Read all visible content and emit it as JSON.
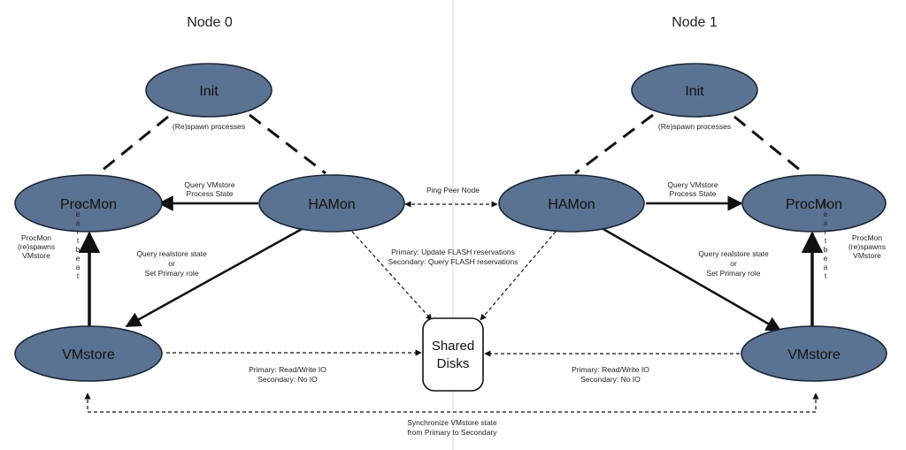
{
  "nodes": {
    "node0_title": "Node 0",
    "node1_title": "Node 1"
  },
  "processes": {
    "init": "Init",
    "procmon": "ProcMon",
    "hamon": "HAMon",
    "vmstore": "VMstore"
  },
  "shared_disks": {
    "line1": "Shared",
    "line2": "Disks"
  },
  "labels": {
    "respawn": "(Re)spawn processes",
    "query_vmstore_1": "Query VMstore",
    "query_vmstore_2": "Process State",
    "query_realstore_1": "Query realstore state",
    "query_realstore_2": "or",
    "query_realstore_3": "Set Primary role",
    "procmon_respawns_1": "ProcMon",
    "procmon_respawns_2": "(re)spawns",
    "procmon_respawns_3": "VMstore",
    "heartbeat": "Heartbeat",
    "ping_peer": "Ping Peer Node",
    "flash_primary": "Primary:  Update FLASH reservations",
    "flash_secondary": "Secondary: Query FLASH reservations",
    "io_primary": "Primary: Read/Write IO",
    "io_secondary": "Secondary: No IO",
    "sync_1": "Synchronize VMstore state",
    "sync_2": "from Primary to Secondary"
  },
  "colors": {
    "ellipse_fill": "#5b7392",
    "ellipse_stroke": "#1b2535",
    "line": "#111111"
  }
}
